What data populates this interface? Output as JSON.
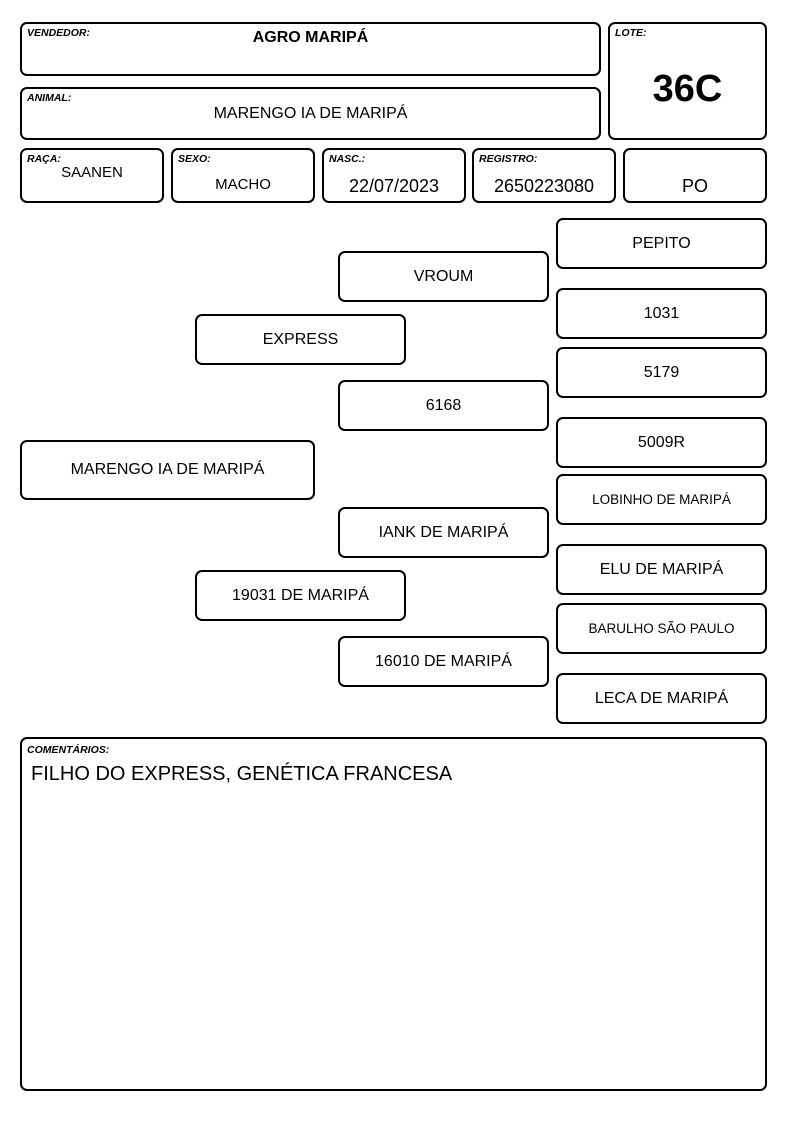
{
  "header": {
    "vendedor": {
      "label": "VENDEDOR:",
      "value": "AGRO MARIPÁ"
    },
    "lote": {
      "label": "LOTE:",
      "value": "36C"
    },
    "animal": {
      "label": "ANIMAL:",
      "value": "MARENGO IA DE MARIPÁ"
    },
    "raca": {
      "label": "RAÇA:",
      "value": "SAANEN"
    },
    "sexo": {
      "label": "SEXO:",
      "value": "MACHO"
    },
    "nasc": {
      "label": "NASC.:",
      "value": "22/07/2023"
    },
    "registro": {
      "label": "REGISTRO:",
      "value": "2650223080"
    },
    "categoria": {
      "value": "PO"
    }
  },
  "pedigree": {
    "animal": "MARENGO IA DE MARIPÁ",
    "sire": "EXPRESS",
    "dam": "19031 DE MARIPÁ",
    "sire_sire": "VROUM",
    "sire_dam": "6168",
    "dam_sire": "IANK DE MARIPÁ",
    "dam_dam": "16010 DE MARIPÁ",
    "g3": [
      "PEPITO",
      "1031",
      "5179",
      "5009R",
      "LOBINHO DE MARIPÁ",
      "ELU DE MARIPÁ",
      "BARULHO SÃO PAULO",
      "LECA DE MARIPÁ"
    ]
  },
  "comentarios": {
    "label": "COMENTÁRIOS:",
    "text": "FILHO DO EXPRESS, GENÉTICA FRANCESA"
  }
}
